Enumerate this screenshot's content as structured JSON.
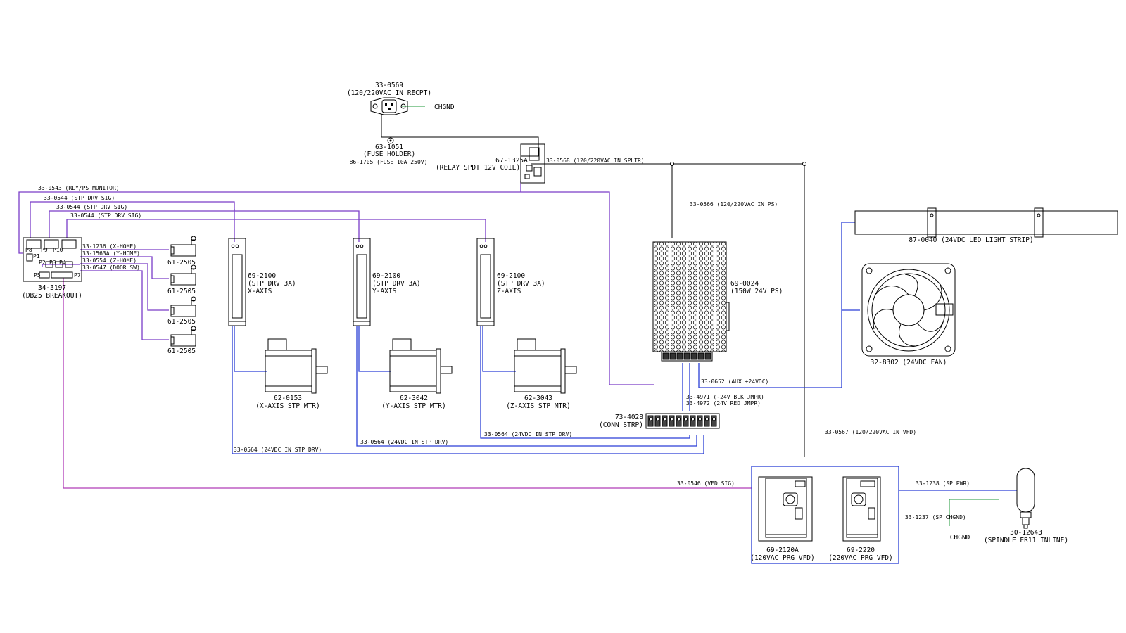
{
  "colors": {
    "signal_wire": "#7a3cc8",
    "vfd_signal_wire": "#b03cb8",
    "dc_power_wire": "#2a3fd6",
    "ac_wire": "#000000",
    "ground_wire": "#1f9a3a"
  },
  "components": {
    "recept": {
      "part": "33-0569",
      "desc": "(120/220VAC IN RECPT)",
      "gnd": "CHGND"
    },
    "fuse": {
      "part": "63-1051",
      "desc": "(FUSE HOLDER)",
      "sub": "86-1705 (FUSE 10A 250V)"
    },
    "relay": {
      "part": "67-1325A",
      "desc": "(RELAY SPDT 12V COIL)"
    },
    "breakout": {
      "part": "34-3197",
      "desc": "(DB25 BREAKOUT)",
      "pins": [
        "P8",
        "P9",
        "P10",
        "P1",
        "P2",
        "P3",
        "P4",
        "P5",
        "P7"
      ]
    },
    "switches": [
      {
        "part": "61-2505"
      },
      {
        "part": "61-2505"
      },
      {
        "part": "61-2505"
      },
      {
        "part": "61-2505"
      }
    ],
    "drivers": [
      {
        "part": "69-2100",
        "desc": "(STP DRV 3A)",
        "axis": "X-AXIS"
      },
      {
        "part": "69-2100",
        "desc": "(STP DRV 3A)",
        "axis": "Y-AXIS"
      },
      {
        "part": "69-2100",
        "desc": "(STP DRV 3A)",
        "axis": "Z-AXIS"
      }
    ],
    "motors": [
      {
        "part": "62-0153",
        "desc": "(X-AXIS STP MTR)"
      },
      {
        "part": "62-3042",
        "desc": "(Y-AXIS STP MTR)"
      },
      {
        "part": "62-3043",
        "desc": "(Z-AXIS STP MTR)"
      }
    ],
    "power_supply": {
      "part": "69-0024",
      "desc": "(150W 24V PS)"
    },
    "led_strip": {
      "label": "87-0040 (24VDC LED LIGHT STRIP)"
    },
    "fan": {
      "label": "32-8302 (24VDC FAN)"
    },
    "conn_strip": {
      "part": "73-4028",
      "desc": "(CONN STRP)"
    },
    "vfd1": {
      "part": "69-2120A",
      "desc": "(120VAC PRG VFD)"
    },
    "vfd2": {
      "part": "69-2220",
      "desc": "(220VAC PRG VFD)"
    },
    "spindle": {
      "part": "30-12643",
      "desc": "(SPINDLE ER11 INLINE)",
      "gnd": "CHGND"
    }
  },
  "wires": {
    "rly_ps_monitor": "33-0543 (RLY/PS MONITOR)",
    "stp_drv_sig_1": "33-0544 (STP DRV SIG)",
    "stp_drv_sig_2": "33-0544 (STP DRV SIG)",
    "stp_drv_sig_3": "33-0544 (STP DRV SIG)",
    "x_home": "33-1236 (X-HOME)",
    "y_home": "33-1563A (Y-HOME)",
    "z_home": "33-0554 (Z-HOME)",
    "door_sw": "33-0547 (DOOR SW)",
    "splitter": "33-0568 (120/220VAC IN SPLTR)",
    "ps_in": "33-0566 (120/220VAC IN PS)",
    "aux_24v": "33-0652 (AUX +24VDC)",
    "blk_jmpr": "33-4971 (-24V BLK JMPR)",
    "red_jmpr": "33-4972 (24V RED JMPR)",
    "vfd_in": "33-0567 (120/220VAC IN VFD)",
    "stp_drv_24v_z": "33-0564 (24VDC IN STP DRV)",
    "stp_drv_24v_y": "33-0564 (24VDC IN STP DRV)",
    "stp_drv_24v_x": "33-0564 (24VDC IN STP DRV)",
    "vfd_sig": "33-0546 (VFD SIG)",
    "sp_pwr": "33-1238 (SP PWR)",
    "sp_chgnd": "33-1237 (SP CHGND)"
  }
}
